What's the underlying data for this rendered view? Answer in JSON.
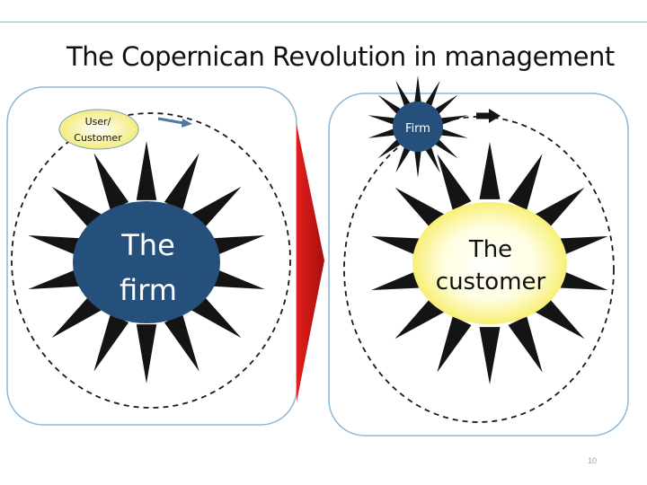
{
  "title": "The Copernican Revolution in management",
  "left_panel": {
    "center_label_line1": "The",
    "center_label_line2": "firm",
    "orbit_label_line1": "User/",
    "orbit_label_line2": "Customer"
  },
  "right_panel": {
    "center_label_line1": "The",
    "center_label_line2": "customer",
    "orbit_label": "Firm"
  },
  "page_number": "10",
  "colors": {
    "firm_fill": "#26507c",
    "customer_fill": "#fff9b0",
    "transition_arrow": "#c81d1d",
    "star_ray": "#141414"
  }
}
